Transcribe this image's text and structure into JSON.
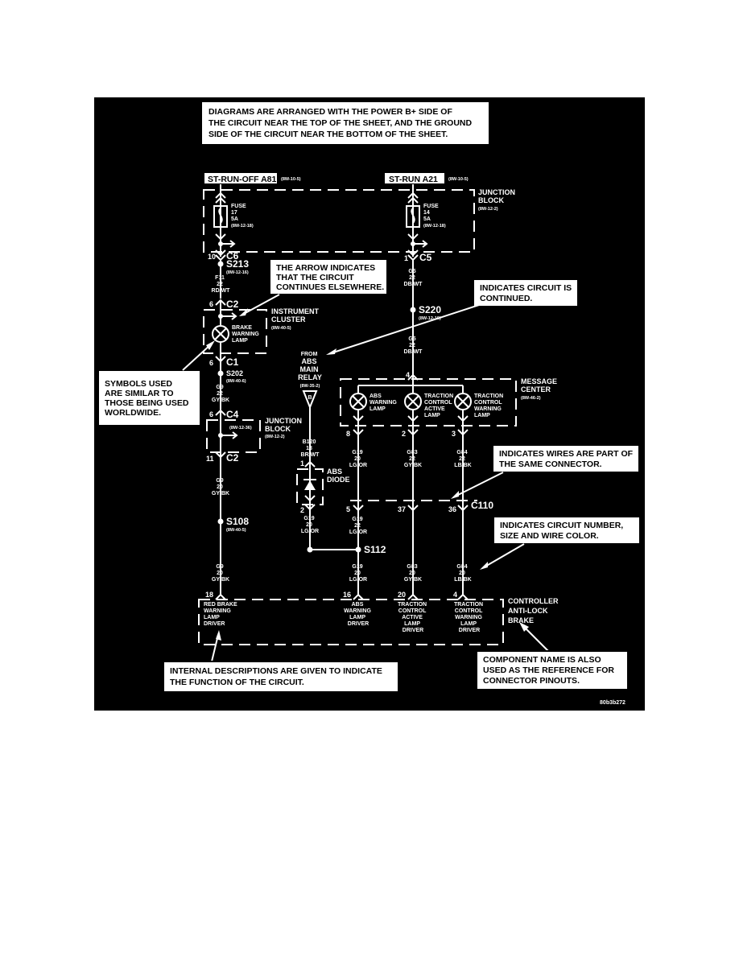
{
  "callouts": {
    "top": [
      "DIAGRAMS ARE ARRANGED WITH THE POWER B+ SIDE OF",
      "THE CIRCUIT NEAR THE TOP OF THE SHEET, AND THE GROUND",
      "SIDE OF THE CIRCUIT NEAR THE BOTTOM OF THE SHEET."
    ],
    "arrow": [
      "THE ARROW INDICATES",
      "THAT THE CIRCUIT",
      "CONTINUES ELSEWHERE."
    ],
    "continued": [
      "INDICATES CIRCUIT IS",
      "CONTINUED."
    ],
    "symbols": [
      "SYMBOLS USED",
      "ARE SIMILAR TO",
      "THOSE BEING USED",
      "WORLDWIDE."
    ],
    "same_connector": [
      "INDICATES WIRES ARE PART OF",
      "THE SAME CONNECTOR."
    ],
    "circuit_number": [
      "INDICATES CIRCUIT NUMBER,",
      "SIZE AND WIRE COLOR."
    ],
    "internal": [
      "INTERNAL DESCRIPTIONS ARE GIVEN TO INDICATE",
      "THE FUNCTION OF THE CIRCUIT."
    ],
    "component": [
      "COMPONENT NAME IS ALSO",
      "USED AS THE REFERENCE FOR",
      "CONNECTOR PINOUTS."
    ]
  },
  "power": {
    "left_label": "ST-RUN-OFF A81",
    "left_ref": "(8W-10-5)",
    "right_label": "ST-RUN A21",
    "right_ref": "(8W-10-5)"
  },
  "junction_block_top": {
    "name": [
      "JUNCTION",
      "BLOCK"
    ],
    "ref": "(8W-12-2)",
    "fuse_left": [
      "FUSE",
      "17",
      "5A",
      "(8W-12-18)"
    ],
    "fuse_right": [
      "FUSE",
      "14",
      "5A",
      "(8W-12-18)"
    ]
  },
  "connectors": {
    "c6": {
      "pin": "10",
      "name": "C6"
    },
    "c5": {
      "pin": "1",
      "name": "C5"
    },
    "c2_top": {
      "pin": "6",
      "name": "C2"
    },
    "c1": {
      "pin": "6",
      "name": "C1"
    },
    "c4": {
      "pin": "6",
      "name": "C4"
    },
    "c2_bot": {
      "pin": "11",
      "name": "C2"
    },
    "c110": {
      "pins": [
        "5",
        "37",
        "36"
      ],
      "name": "C110"
    },
    "diode_top": "1",
    "diode_bot": "2",
    "mc_pins": [
      "4",
      "8",
      "2",
      "3"
    ],
    "ctrl_pins": [
      "18",
      "16",
      "20",
      "4"
    ]
  },
  "splices": {
    "s213": {
      "name": "S213",
      "ref": "(8W-12-16)"
    },
    "s220": {
      "name": "S220",
      "ref": "(8W-12-16)"
    },
    "s202": {
      "name": "S202",
      "ref": "(8W-40-6)"
    },
    "s108": {
      "name": "S108",
      "ref": "(8W-40-5)"
    },
    "s112": {
      "name": "S112"
    }
  },
  "wires": {
    "f11": [
      "F11",
      "22",
      "RD/WT"
    ],
    "g5a": [
      "G5",
      "22",
      "DB/WT"
    ],
    "g5b": [
      "G5",
      "22",
      "DB/WT"
    ],
    "g9a": [
      "G9",
      "22",
      "GY/BK"
    ],
    "g9b": [
      "G9",
      "20",
      "GY/BK"
    ],
    "g9c": [
      "G9",
      "20",
      "GY/BK"
    ],
    "b120": [
      "B120",
      "18",
      "BR/WT"
    ],
    "g19a": [
      "G19",
      "20",
      "LG/OR"
    ],
    "g19b": [
      "G19",
      "20",
      "LG/OR"
    ],
    "g19c": [
      "G19",
      "22",
      "LG/OR"
    ],
    "g19d": [
      "G19",
      "20",
      "LG/OR"
    ],
    "g83a": [
      "G83",
      "22",
      "GY/BK"
    ],
    "g83b": [
      "G83",
      "20",
      "GY/BK"
    ],
    "g84a": [
      "G84",
      "22",
      "LB/BK"
    ],
    "g84b": [
      "G84",
      "20",
      "LB/BK"
    ]
  },
  "components": {
    "instrument_cluster": {
      "name": [
        "INSTRUMENT",
        "CLUSTER"
      ],
      "ref": "(8W-40-5)",
      "lamp": [
        "BRAKE",
        "WARNING",
        "LAMP"
      ]
    },
    "junction_block_mid": {
      "name": [
        "JUNCTION",
        "BLOCK"
      ],
      "ref1": "(8W-12-36)",
      "ref2": "(8W-12-2)"
    },
    "abs_relay": {
      "name": [
        "FROM",
        "ABS",
        "MAIN",
        "RELAY"
      ],
      "ref": "(8W-35-2)",
      "flag": "B"
    },
    "abs_diode": [
      "ABS",
      "DIODE"
    ],
    "message_center": {
      "name": [
        "MESSAGE",
        "CENTER"
      ],
      "ref": "(8W-46-2)",
      "lamps": [
        [
          "ABS",
          "WARNING",
          "LAMP"
        ],
        [
          "TRACTION",
          "CONTROL",
          "ACTIVE",
          "LAMP"
        ],
        [
          "TRACTION",
          "CONTROL",
          "WARNING",
          "LAMP"
        ]
      ]
    },
    "controller": {
      "name": [
        "CONTROLLER",
        "ANTI-LOCK",
        "BRAKE"
      ],
      "drivers": [
        [
          "RED BRAKE",
          "WARNING",
          "LAMP",
          "DRIVER"
        ],
        [
          "ABS",
          "WARNING",
          "LAMP",
          "DRIVER"
        ],
        [
          "TRACTION",
          "CONTROL",
          "ACTIVE",
          "LAMP",
          "DRIVER"
        ],
        [
          "TRACTION",
          "CONTROL",
          "WARNING",
          "LAMP",
          "DRIVER"
        ]
      ]
    }
  },
  "figure_id": "80b3b272"
}
